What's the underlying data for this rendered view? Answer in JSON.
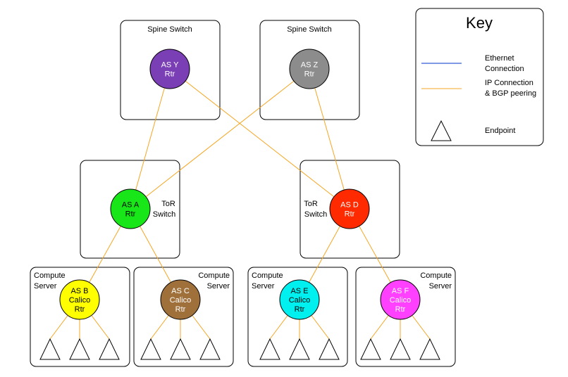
{
  "containers": [
    {
      "id": "spine-switch-left",
      "label_lines": [
        "Spine Switch"
      ]
    },
    {
      "id": "spine-switch-right",
      "label_lines": [
        "Spine Switch"
      ]
    },
    {
      "id": "tor-switch-left",
      "label_lines": [
        "ToR",
        "Switch"
      ]
    },
    {
      "id": "tor-switch-right",
      "label_lines": [
        "ToR",
        "Switch"
      ]
    },
    {
      "id": "compute-server-1",
      "label_lines": [
        "Compute",
        "Server"
      ]
    },
    {
      "id": "compute-server-2",
      "label_lines": [
        "Compute",
        "Server"
      ]
    },
    {
      "id": "compute-server-3",
      "label_lines": [
        "Compute",
        "Server"
      ]
    },
    {
      "id": "compute-server-4",
      "label_lines": [
        "Compute",
        "Server"
      ]
    }
  ],
  "routers": [
    {
      "id": "as-y",
      "label_lines": [
        "AS Y",
        "Rtr"
      ],
      "color": "#7b3fb5",
      "text_color": "#ffffff"
    },
    {
      "id": "as-z",
      "label_lines": [
        "AS Z",
        "Rtr"
      ],
      "color": "#8c8c8c",
      "text_color": "#ffffff"
    },
    {
      "id": "as-a",
      "label_lines": [
        "AS A",
        "Rtr"
      ],
      "color": "#19e619",
      "text_color": "#000000"
    },
    {
      "id": "as-d",
      "label_lines": [
        "AS D",
        "Rtr"
      ],
      "color": "#ff2a00",
      "text_color": "#ffffff"
    },
    {
      "id": "as-b",
      "label_lines": [
        "AS B",
        "Calico",
        "Rtr"
      ],
      "color": "#ffff00",
      "text_color": "#000000"
    },
    {
      "id": "as-c",
      "label_lines": [
        "AS C",
        "Calico",
        "Rtr"
      ],
      "color": "#a0703a",
      "text_color": "#ffffff"
    },
    {
      "id": "as-e",
      "label_lines": [
        "AS E",
        "Calico",
        "Rtr"
      ],
      "color": "#00f0f0",
      "text_color": "#000000"
    },
    {
      "id": "as-f",
      "label_lines": [
        "AS F",
        "Calico",
        "Rtr"
      ],
      "color": "#ff40ff",
      "text_color": "#ffffff"
    }
  ],
  "links": [
    [
      "as-y",
      "as-a"
    ],
    [
      "as-y",
      "as-d"
    ],
    [
      "as-z",
      "as-a"
    ],
    [
      "as-z",
      "as-d"
    ],
    [
      "as-a",
      "as-b"
    ],
    [
      "as-a",
      "as-c"
    ],
    [
      "as-d",
      "as-e"
    ],
    [
      "as-d",
      "as-f"
    ]
  ],
  "endpoints_per_router": 3,
  "key": {
    "title": "Key",
    "items": [
      {
        "symbol": "ethernet-line",
        "color": "#0033cc",
        "label_lines": [
          "Ethernet",
          "Connection"
        ]
      },
      {
        "symbol": "ip-bgp-line",
        "color": "#f5a623",
        "label_lines": [
          "IP Connection",
          "& BGP peering"
        ]
      },
      {
        "symbol": "endpoint-triangle",
        "label_lines": [
          "Endpoint"
        ]
      }
    ]
  }
}
